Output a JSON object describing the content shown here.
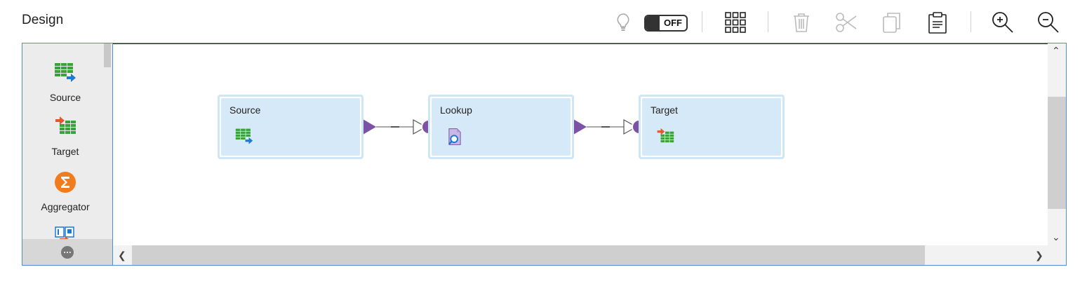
{
  "header": {
    "title": "Design"
  },
  "toolbar": {
    "toggle_label": "OFF",
    "icons": [
      "lightbulb-icon",
      "toggle-switch",
      "grid-icon",
      "trash-icon",
      "scissors-icon",
      "copy-icon",
      "clipboard-icon",
      "zoom-in-icon",
      "zoom-out-icon"
    ]
  },
  "palette": {
    "items": [
      {
        "label": "Source",
        "icon": "source-icon"
      },
      {
        "label": "Target",
        "icon": "target-icon"
      },
      {
        "label": "Aggregator",
        "icon": "aggregator-icon"
      },
      {
        "label": "",
        "icon": "mapping-icon"
      }
    ],
    "more_label": "…"
  },
  "canvas": {
    "nodes": [
      {
        "title": "Source",
        "icon": "source-icon"
      },
      {
        "title": "Lookup",
        "icon": "lookup-icon"
      },
      {
        "title": "Target",
        "icon": "target-icon"
      }
    ]
  },
  "colors": {
    "accent_border": "#4a90d9",
    "node_fill": "#d6e9f8",
    "node_border": "#cfe6f7",
    "port_purple": "#7b52a6",
    "aggregator_orange": "#f07c1e"
  }
}
